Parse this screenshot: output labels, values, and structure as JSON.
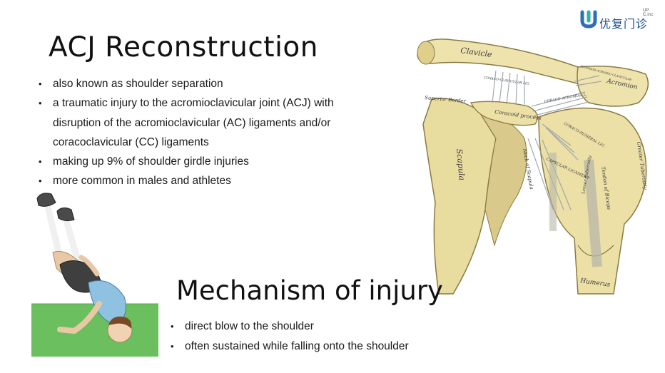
{
  "logo": {
    "brand_text": "优复门诊",
    "sub_text": "UP C.inc",
    "colors": {
      "mark_blue": "#2f6fb8",
      "mark_green": "#2bb3a3"
    }
  },
  "title": "ACJ Reconstruction",
  "bullets": [
    "also known as shoulder separation",
    "a traumatic injury to the acromioclavicular joint (ACJ) with",
    "disruption of the acromioclavicular (AC) ligaments and/or",
    "coracoclavicular (CC) ligaments",
    "making up 9% of shoulder girdle injuries",
    "more common in males and athletes"
  ],
  "mechanism": {
    "title": "Mechanism of injury",
    "bullets": [
      "direct blow to the shoulder",
      "often sustained while falling onto the shoulder"
    ]
  },
  "anatomy_labels": {
    "clavicle": "Clavicle",
    "acromion": "Acromion",
    "superior_border": "Superior Border",
    "coracoid": "Coracoid process",
    "coraco_clavicular": "CORACO-CLAVICULAR LIG.",
    "coraco_acromial": "CORACO-ACROMIAL L.",
    "superior_acromio": "SUPERIOR ACROMIO CLAVICULAR",
    "coraco_humeral": "CORACO-HUMERAL LIG.",
    "capsular": "CAPSULAR LIGAMENT",
    "neck_scapula": "Neck of Scapula",
    "scapula": "Scapula",
    "greater_tuberosity": "Greater Tuberosity",
    "lesser_tuberosity": "Lesser Tuberosity",
    "tendon_biceps": "Tendon of Biceps",
    "humerus": "Humerus"
  },
  "colors": {
    "bone": "#e9dc9f",
    "bone_edge": "#8a7a44",
    "grass": "#6bbf5f"
  }
}
